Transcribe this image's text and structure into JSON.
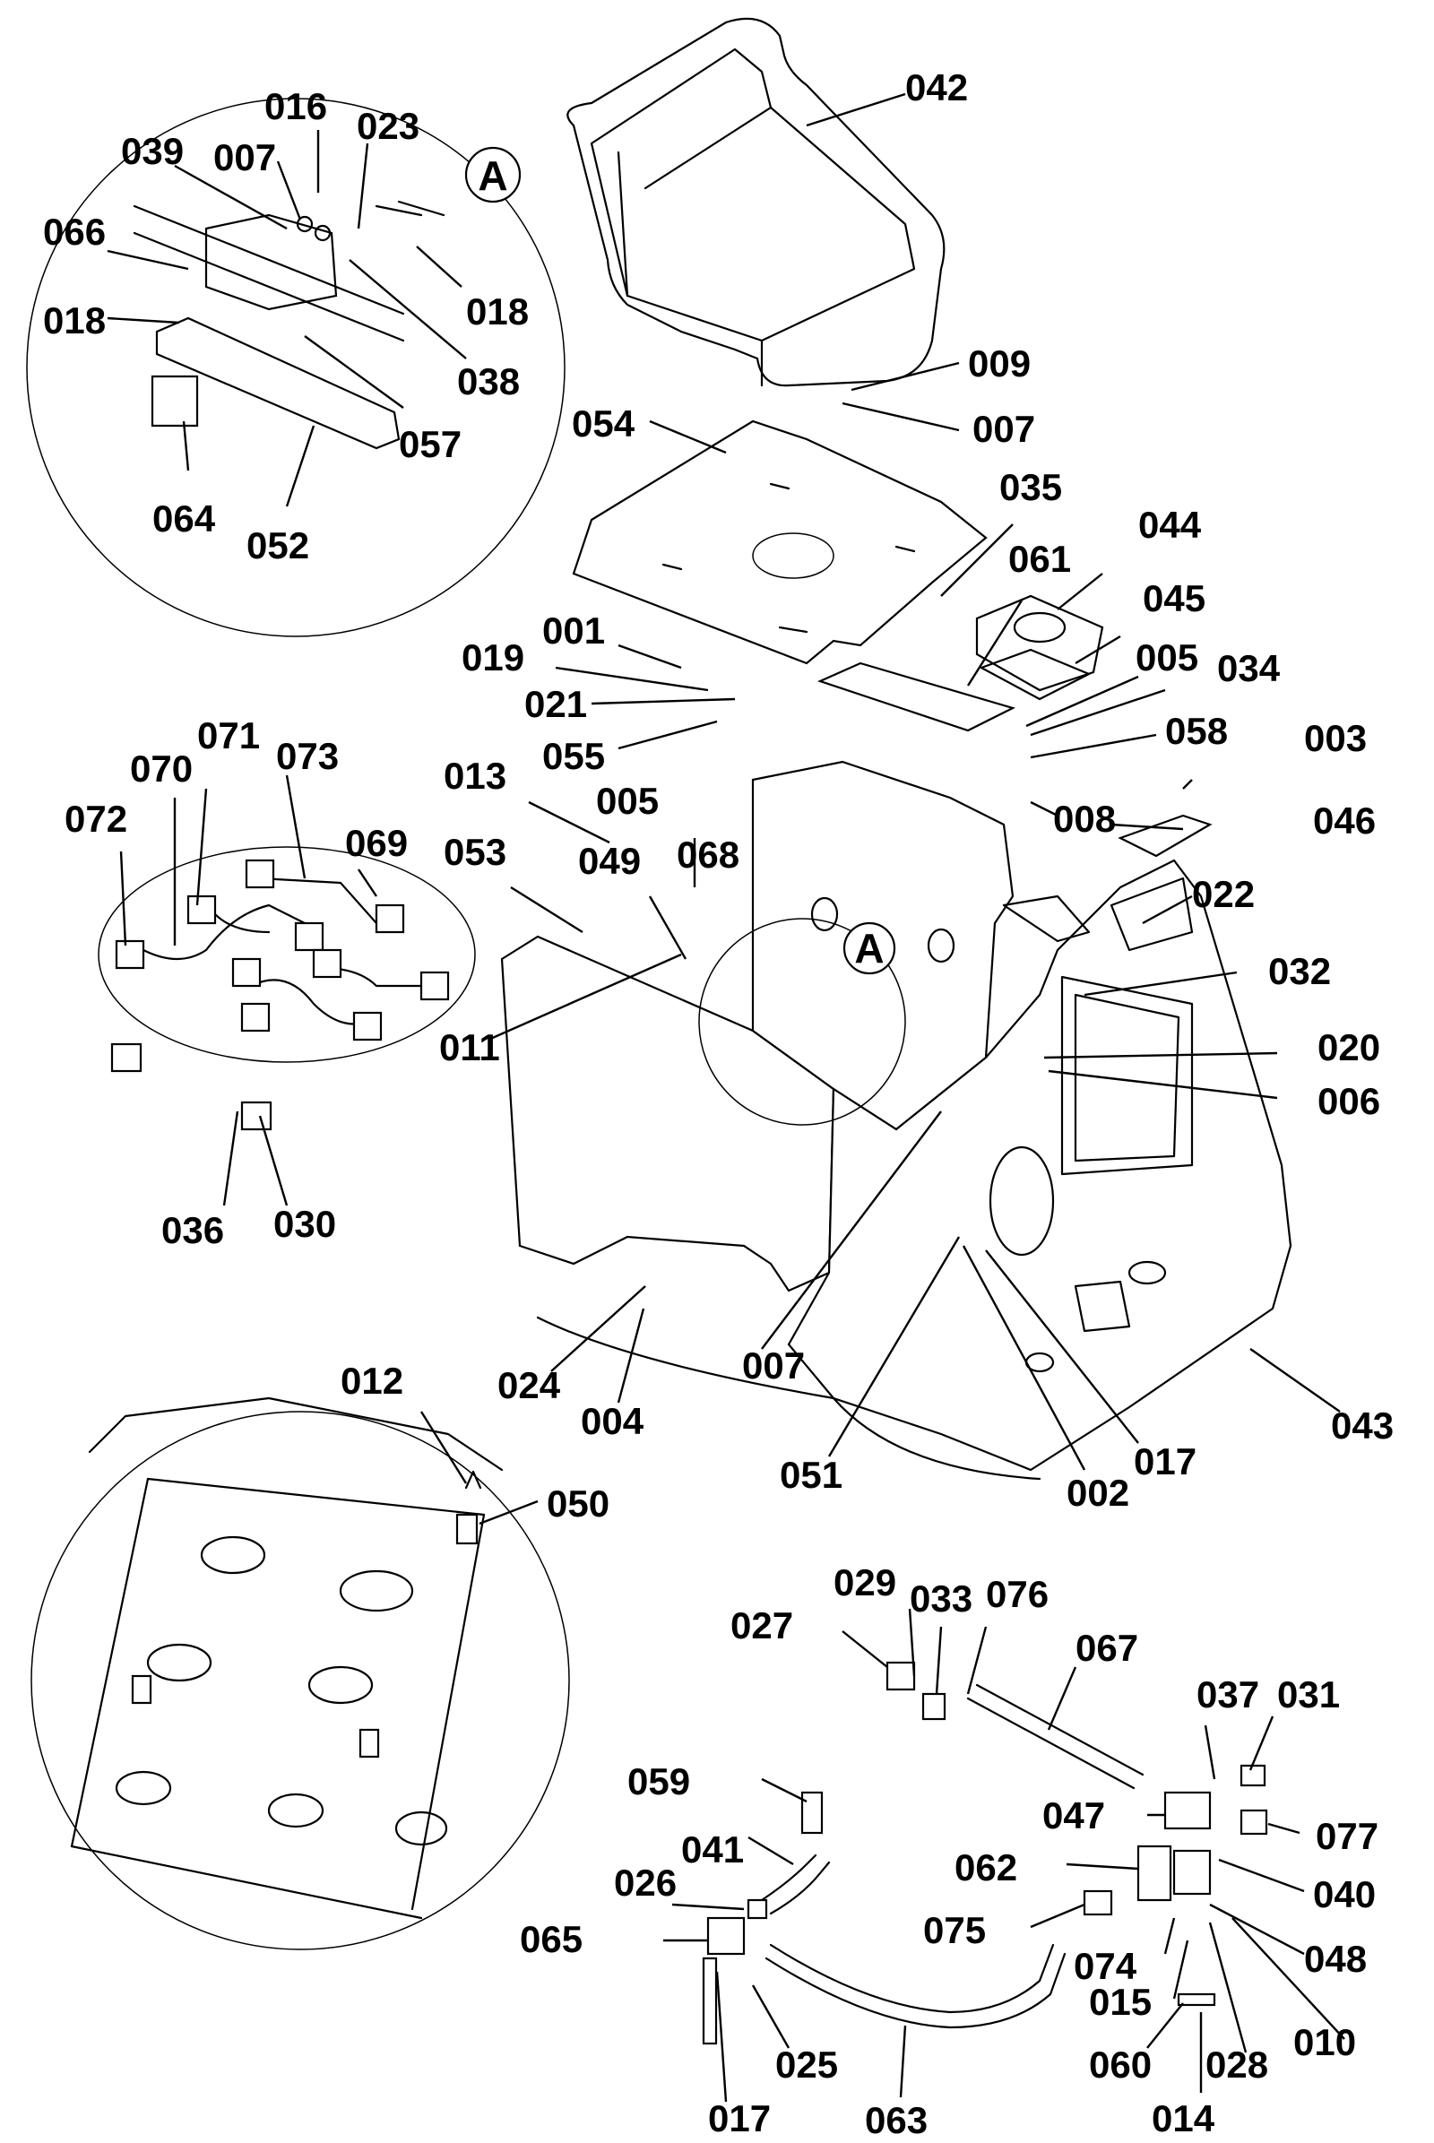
{
  "detail_tag": "A",
  "callouts": [
    {
      "id": "042",
      "text": "042"
    },
    {
      "id": "016",
      "text": "016"
    },
    {
      "id": "039",
      "text": "039"
    },
    {
      "id": "007",
      "text": "007"
    },
    {
      "id": "023",
      "text": "023"
    },
    {
      "id": "066",
      "text": "066"
    },
    {
      "id": "018",
      "text": "018"
    },
    {
      "id": "038",
      "text": "038"
    },
    {
      "id": "057",
      "text": "057"
    },
    {
      "id": "064",
      "text": "064"
    },
    {
      "id": "052",
      "text": "052"
    },
    {
      "id": "009",
      "text": "009"
    },
    {
      "id": "054",
      "text": "054"
    },
    {
      "id": "035",
      "text": "035"
    },
    {
      "id": "044",
      "text": "044"
    },
    {
      "id": "061",
      "text": "061"
    },
    {
      "id": "045",
      "text": "045"
    },
    {
      "id": "001",
      "text": "001"
    },
    {
      "id": "019",
      "text": "019"
    },
    {
      "id": "005",
      "text": "005"
    },
    {
      "id": "034",
      "text": "034"
    },
    {
      "id": "021",
      "text": "021"
    },
    {
      "id": "055",
      "text": "055"
    },
    {
      "id": "058",
      "text": "058"
    },
    {
      "id": "003",
      "text": "003"
    },
    {
      "id": "071",
      "text": "071"
    },
    {
      "id": "073",
      "text": "073"
    },
    {
      "id": "070",
      "text": "070"
    },
    {
      "id": "072",
      "text": "072"
    },
    {
      "id": "069",
      "text": "069"
    },
    {
      "id": "013",
      "text": "013"
    },
    {
      "id": "008",
      "text": "008"
    },
    {
      "id": "046",
      "text": "046"
    },
    {
      "id": "053",
      "text": "053"
    },
    {
      "id": "049",
      "text": "049"
    },
    {
      "id": "068",
      "text": "068"
    },
    {
      "id": "022",
      "text": "022"
    },
    {
      "id": "032",
      "text": "032"
    },
    {
      "id": "011",
      "text": "011"
    },
    {
      "id": "020",
      "text": "020"
    },
    {
      "id": "006",
      "text": "006"
    },
    {
      "id": "036",
      "text": "036"
    },
    {
      "id": "030",
      "text": "030"
    },
    {
      "id": "024",
      "text": "024"
    },
    {
      "id": "004",
      "text": "004"
    },
    {
      "id": "051",
      "text": "051"
    },
    {
      "id": "002",
      "text": "002"
    },
    {
      "id": "017",
      "text": "017"
    },
    {
      "id": "043",
      "text": "043"
    },
    {
      "id": "012",
      "text": "012"
    },
    {
      "id": "050",
      "text": "050"
    },
    {
      "id": "029",
      "text": "029"
    },
    {
      "id": "033",
      "text": "033"
    },
    {
      "id": "076",
      "text": "076"
    },
    {
      "id": "027",
      "text": "027"
    },
    {
      "id": "067",
      "text": "067"
    },
    {
      "id": "037",
      "text": "037"
    },
    {
      "id": "031",
      "text": "031"
    },
    {
      "id": "059",
      "text": "059"
    },
    {
      "id": "047",
      "text": "047"
    },
    {
      "id": "077",
      "text": "077"
    },
    {
      "id": "041",
      "text": "041"
    },
    {
      "id": "062",
      "text": "062"
    },
    {
      "id": "040",
      "text": "040"
    },
    {
      "id": "026",
      "text": "026"
    },
    {
      "id": "075",
      "text": "075"
    },
    {
      "id": "065",
      "text": "065"
    },
    {
      "id": "048",
      "text": "048"
    },
    {
      "id": "074",
      "text": "074"
    },
    {
      "id": "015",
      "text": "015"
    },
    {
      "id": "010",
      "text": "010"
    },
    {
      "id": "025",
      "text": "025"
    },
    {
      "id": "060",
      "text": "060"
    },
    {
      "id": "028",
      "text": "028"
    },
    {
      "id": "014",
      "text": "014"
    },
    {
      "id": "063",
      "text": "063"
    }
  ]
}
